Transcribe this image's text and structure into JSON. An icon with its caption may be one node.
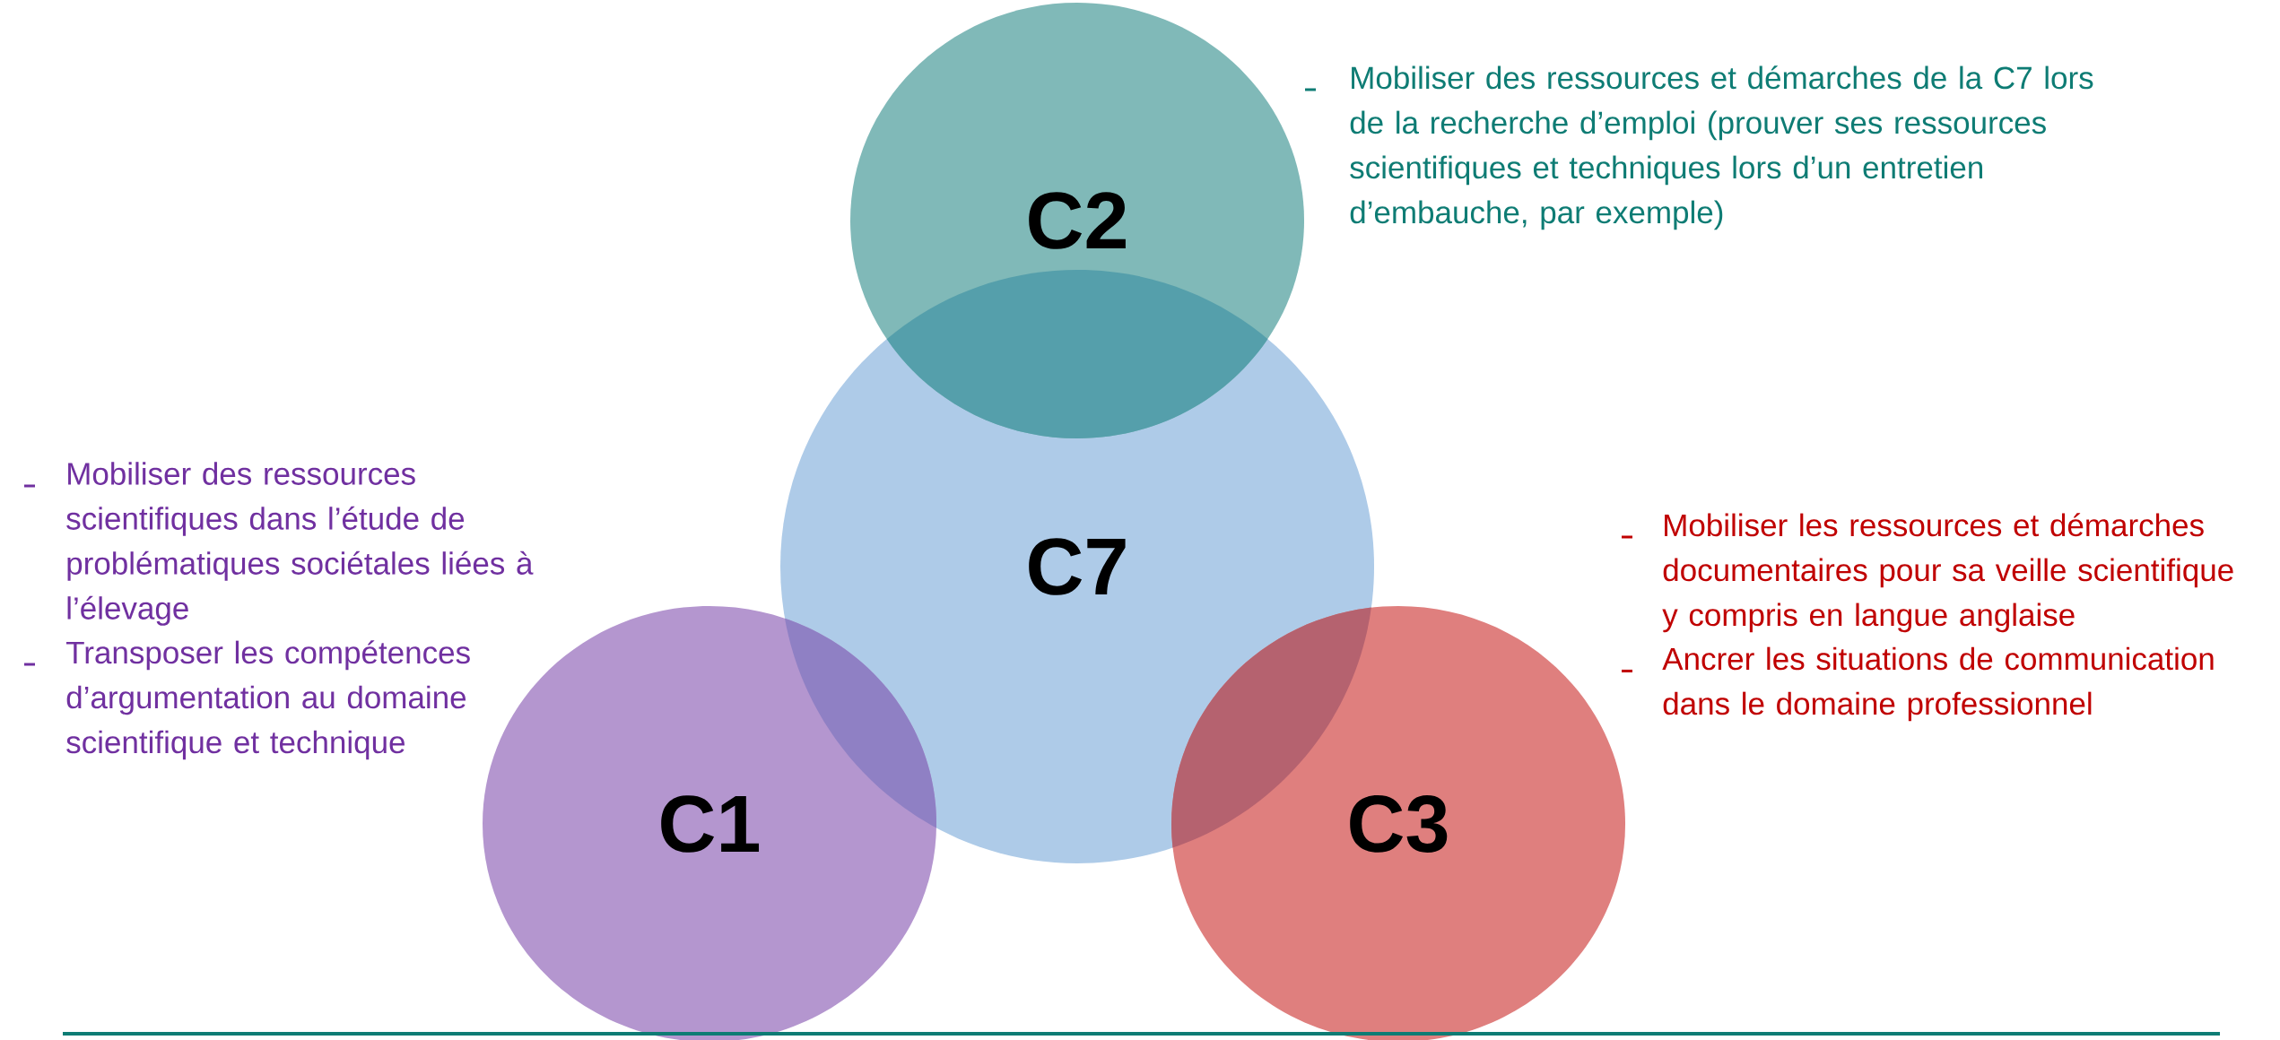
{
  "diagram": {
    "nodes": [
      {
        "text": [
          "C2"
        ],
        "beside": [
          "Mobiliser des ressources et démarches de la C7 lors de la recherche d’emploi (prouver ses ressources scientifiques et techniques lors d’un entretien d’embauche, par exemple)"
        ]
      },
      {
        "text": [
          "C7"
        ]
      },
      {
        "text": [
          "C1"
        ],
        "beside": [
          "Mobiliser des ressources scientifiques dans l’étude de problématiques sociétales liées à l’élevage",
          "Transposer les compétences d’argumentation au domaine scientifique et technique"
        ]
      },
      {
        "text": [
          "C3"
        ],
        "beside": [
          "Mobiliser les ressources et démarches documentaires pour sa veille scientifique y compris en langue anglaise",
          "Ancrer les situations de communication dans le domaine professionnel"
        ]
      }
    ]
  }
}
